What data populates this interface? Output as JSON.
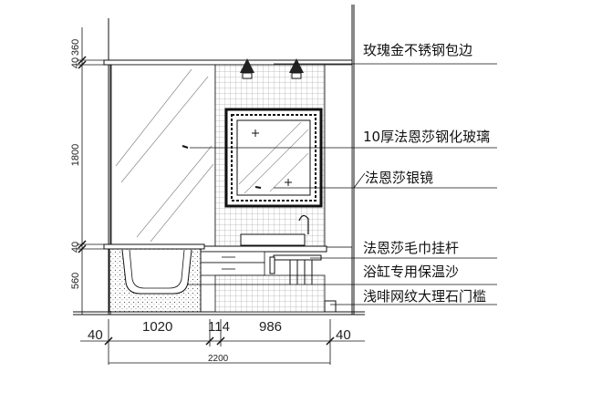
{
  "labels": {
    "rose_gold_trim": "玫瑰金不锈钢包边",
    "tempered_glass": "10厚法恩莎钢化玻璃",
    "silver_mirror": "法恩莎银镜",
    "towel_bar": "法恩莎毛巾挂杆",
    "bathtub_insulation": "浴缸专用保温沙",
    "marble_threshold": "浅啡网纹大理石门槛"
  },
  "dims_vertical": {
    "d360": "360",
    "d40_top": "40",
    "d1800": "1800",
    "d40_mid": "40",
    "d560": "560"
  },
  "dims_horizontal": {
    "d40_left": "40",
    "d1020": "1020",
    "d114": "114",
    "d986": "986",
    "d40_right": "40",
    "total": "2200"
  },
  "colors": {
    "line": "#111111",
    "tile": "#7a7a7a",
    "glass": "#9a9a9a"
  }
}
